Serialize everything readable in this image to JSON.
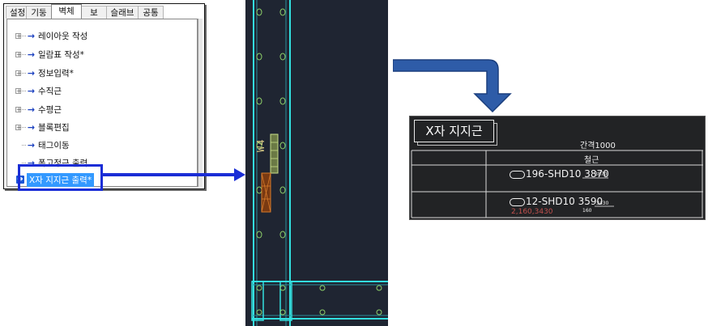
{
  "tabs": [
    {
      "label": "설정",
      "active": false
    },
    {
      "label": "기둥",
      "active": false
    },
    {
      "label": "벽체",
      "active": true
    },
    {
      "label": "보",
      "active": false
    },
    {
      "label": "슬래브",
      "active": false
    },
    {
      "label": "공통",
      "active": false
    }
  ],
  "tree": [
    {
      "label": "레이아웃 작성",
      "expandable": true,
      "selected": false
    },
    {
      "label": "일람표 작성*",
      "expandable": true,
      "selected": false
    },
    {
      "label": "정보입력*",
      "expandable": true,
      "selected": false
    },
    {
      "label": "수직근",
      "expandable": true,
      "selected": false
    },
    {
      "label": "수평근",
      "expandable": true,
      "selected": false
    },
    {
      "label": "블록편집",
      "expandable": true,
      "selected": false
    },
    {
      "label": "태그이동",
      "expandable": false,
      "selected": false
    },
    {
      "label": "폭고정근 출력",
      "expandable": false,
      "selected": false
    },
    {
      "label": "X자 지지근 출력*",
      "expandable": false,
      "selected": true
    }
  ],
  "cad": {
    "wall_label": "W4"
  },
  "result": {
    "title": "X자 지지근",
    "gap_label": "간격1000",
    "column_header": "철근",
    "rows": [
      {
        "text": "196-SHD10 3870",
        "small": "3870"
      },
      {
        "text": "12-SHD10 3590",
        "small": "3430",
        "small2": "160",
        "red": "2,160,3430"
      }
    ]
  },
  "colors": {
    "accent_blue": "#1a2dd6",
    "selection": "#3399ff",
    "cad_background": "#1f2532",
    "cad_cyan": "#33e0e0",
    "cad_green": "#8fd16a",
    "cad_orange": "#d87a2a",
    "flow_arrow": "#2e5ca8",
    "result_background": "#222325"
  }
}
